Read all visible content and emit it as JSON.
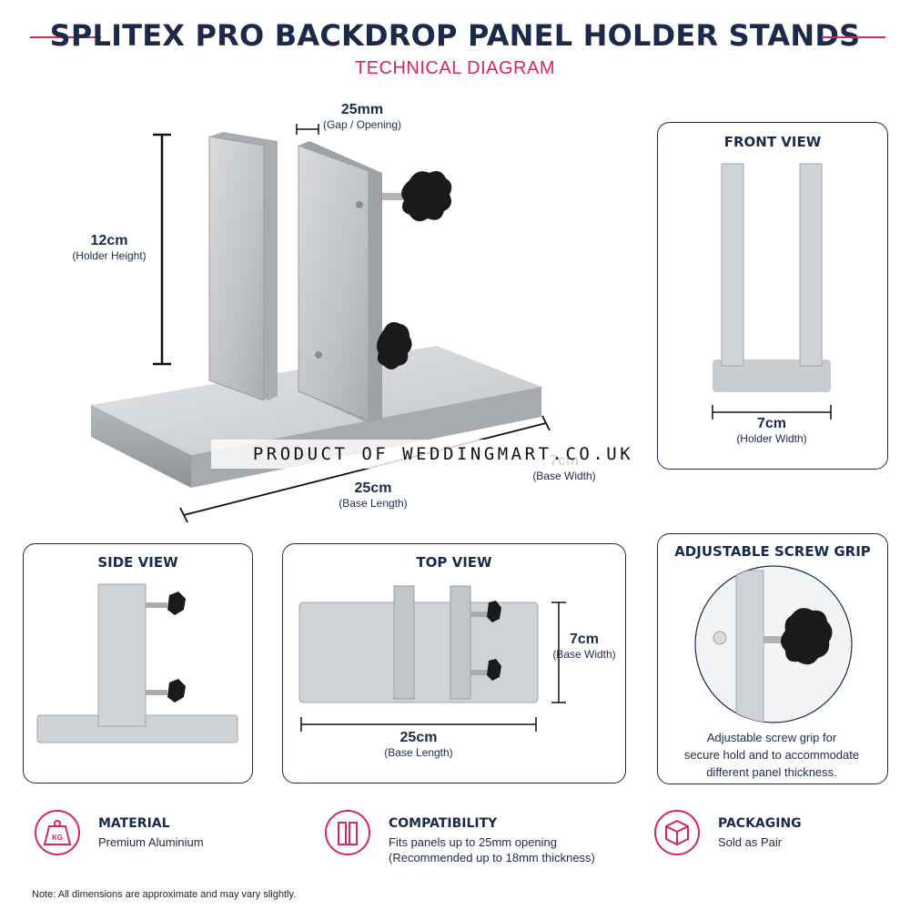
{
  "header": {
    "title": "SPLITEX PRO BACKDROP PANEL HOLDER STANDS",
    "subtitle": "TECHNICAL DIAGRAM",
    "accent_color": "#d6275a",
    "title_color": "#1c2a4a"
  },
  "main_view": {
    "gap": {
      "value": "25mm",
      "desc": "(Gap / Opening)"
    },
    "height": {
      "value": "12cm",
      "desc": "(Holder Height)"
    },
    "length": {
      "value": "25cm",
      "desc": "(Base Length)"
    },
    "width": {
      "value": "7cm",
      "desc": "(Base Width)"
    }
  },
  "watermark": "PRODUCT OF WEDDINGMART.CO.UK",
  "front_view": {
    "title": "FRONT VIEW",
    "width": {
      "value": "7cm",
      "desc": "(Holder Width)"
    }
  },
  "side_view": {
    "title": "SIDE VIEW"
  },
  "top_view": {
    "title": "TOP VIEW",
    "width": {
      "value": "7cm",
      "desc": "(Base Width)"
    },
    "length": {
      "value": "25cm",
      "desc": "(Base Length)"
    }
  },
  "screw_grip": {
    "title": "ADJUSTABLE SCREW GRIP",
    "description_lines": [
      "Adjustable screw grip for",
      "secure hold and to accommodate",
      "different panel thickness."
    ]
  },
  "features": [
    {
      "icon": "weight-kg-icon",
      "icon_text": "KG",
      "title": "MATERIAL",
      "lines": [
        "Premium Aluminium"
      ]
    },
    {
      "icon": "panel-gap-icon",
      "title": "COMPATIBILITY",
      "lines": [
        "Fits panels up to 25mm opening",
        "(Recommended up to 18mm thickness)"
      ]
    },
    {
      "icon": "box-icon",
      "title": "PACKAGING",
      "lines": [
        "Sold as Pair"
      ]
    }
  ],
  "note": "Note: All dimensions are approximate and may vary slightly."
}
